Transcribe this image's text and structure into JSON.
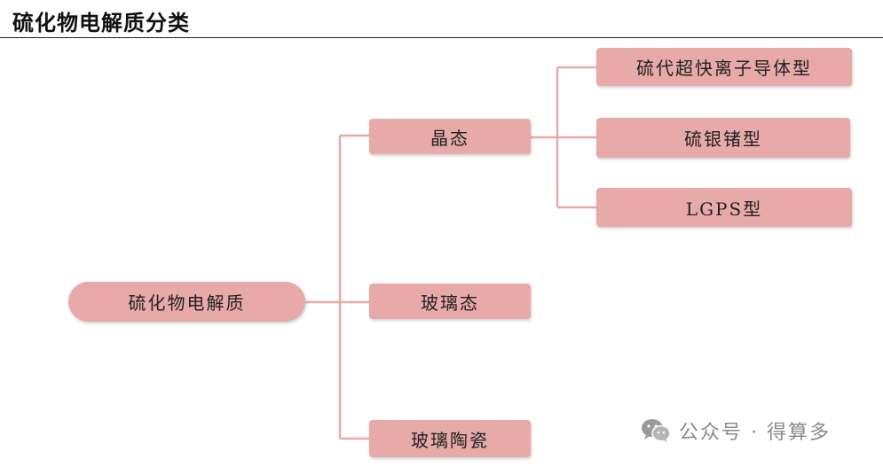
{
  "title": "硫化物电解质分类",
  "root": "硫化物电解质",
  "branches": [
    {
      "label": "晶态",
      "children": [
        "硫代超快离子导体型",
        "硫银锗型",
        "LGPS型"
      ]
    },
    {
      "label": "玻璃态"
    },
    {
      "label": "玻璃陶瓷"
    }
  ],
  "colors": {
    "node_fill": "#e8a9a9",
    "connector": "#e8a9a9",
    "text": "#222222"
  },
  "watermark": {
    "icon": "wechat-icon",
    "text": "公众号 · 得算多"
  }
}
